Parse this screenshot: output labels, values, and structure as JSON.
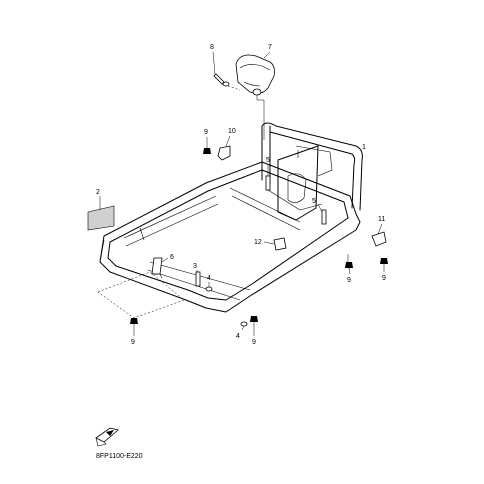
{
  "diagram": {
    "callouts": {
      "c1": "1",
      "c2": "2",
      "c3": "3",
      "c4": "4",
      "c5a": "5",
      "c5b": "5",
      "c6": "6",
      "c7": "7",
      "c8": "8",
      "c9a": "9",
      "c9b": "9",
      "c9c": "9",
      "c9d": "9",
      "c9e": "9",
      "c10": "10",
      "c11": "11",
      "c12": "12"
    },
    "drawing_code": "8FP1100-E220"
  }
}
